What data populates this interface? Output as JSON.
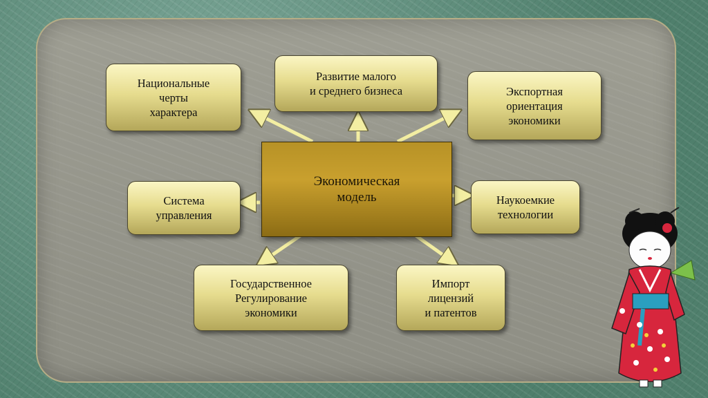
{
  "diagram": {
    "center": "Экономическая\nмодель",
    "nodes": {
      "national": "Национальные\nчерты\nхарактера",
      "small_business": "Развитие малого\nи среднего бизнеса",
      "export": "Экспортная\nориентация\nэкономики",
      "management": "Система\nуправления",
      "science": "Наукоемкие\nтехнологии",
      "state": "Государственное\nРегулирование\nэкономики",
      "import": "Импорт\nлицензий\nи патентов"
    }
  },
  "colors": {
    "box_top": "#fbf6c4",
    "box_bottom": "#b4a75a",
    "center": "#c9a02e",
    "arrow": "#f3eea2"
  },
  "decoration": "geisha-illustration"
}
